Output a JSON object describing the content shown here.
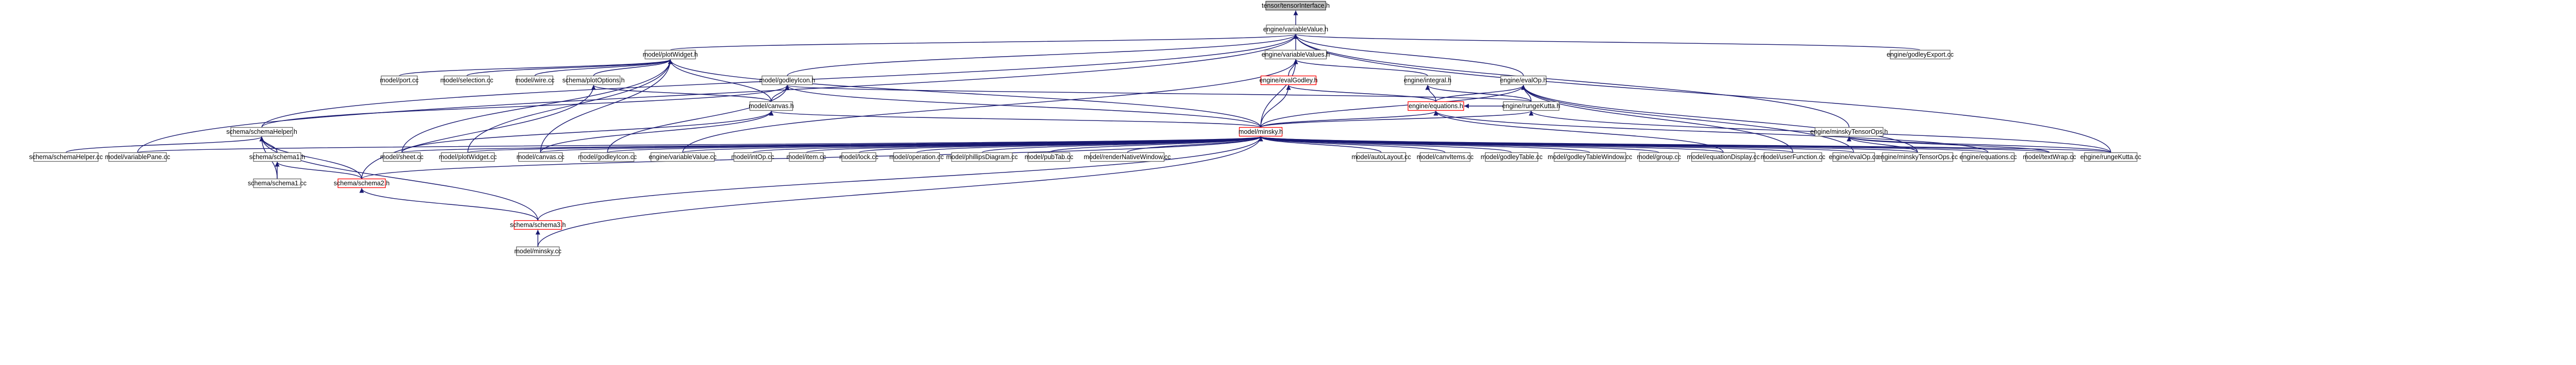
{
  "nodes": [
    {
      "id": "n_tensorinterface",
      "label": "tensor/tensorInterface.h",
      "kind": "root"
    },
    {
      "id": "n_variablevalue_h",
      "label": "engine/variableValue.h",
      "kind": "normal"
    },
    {
      "id": "n_plotwidget_h",
      "label": "model/plotWidget.h",
      "kind": "normal"
    },
    {
      "id": "n_variablevalues_h",
      "label": "engine/variableValues.h",
      "kind": "normal"
    },
    {
      "id": "n_godleyexport_cc",
      "label": "engine/godleyExport.cc",
      "kind": "normal"
    },
    {
      "id": "n_port_cc",
      "label": "model/port.cc",
      "kind": "normal"
    },
    {
      "id": "n_selection_cc",
      "label": "model/selection.cc",
      "kind": "normal"
    },
    {
      "id": "n_wire_cc",
      "label": "model/wire.cc",
      "kind": "normal"
    },
    {
      "id": "n_plotoptions_h",
      "label": "schema/plotOptions.h",
      "kind": "normal"
    },
    {
      "id": "n_godleyicon_h",
      "label": "model/godleyIcon.h",
      "kind": "normal"
    },
    {
      "id": "n_evalgodley_h",
      "label": "engine/evalGodley.h",
      "kind": "red"
    },
    {
      "id": "n_integral_h",
      "label": "engine/integral.h",
      "kind": "normal"
    },
    {
      "id": "n_evalop_h",
      "label": "engine/evalOp.h",
      "kind": "normal"
    },
    {
      "id": "n_canvas_h",
      "label": "model/canvas.h",
      "kind": "normal"
    },
    {
      "id": "n_equations_h",
      "label": "engine/equations.h",
      "kind": "red"
    },
    {
      "id": "n_rungekutta_h",
      "label": "engine/rungeKutta.h",
      "kind": "normal"
    },
    {
      "id": "n_schemahelper_h",
      "label": "schema/schemaHelper.h",
      "kind": "normal"
    },
    {
      "id": "n_minsky_h",
      "label": "model/minsky.h",
      "kind": "red"
    },
    {
      "id": "n_tensorops_h",
      "label": "engine/minskyTensorOps.h",
      "kind": "normal"
    },
    {
      "id": "n_schemahelper_cc",
      "label": "schema/schemaHelper.cc",
      "kind": "normal"
    },
    {
      "id": "n_variablepane_cc",
      "label": "model/variablePane.cc",
      "kind": "normal"
    },
    {
      "id": "n_schema1_h",
      "label": "schema/schema1.h",
      "kind": "normal"
    },
    {
      "id": "n_sheet_cc",
      "label": "model/sheet.cc",
      "kind": "normal"
    },
    {
      "id": "n_plotwidget_cc",
      "label": "model/plotWidget.cc",
      "kind": "normal"
    },
    {
      "id": "n_canvas_cc",
      "label": "model/canvas.cc",
      "kind": "normal"
    },
    {
      "id": "n_godleyicon_cc",
      "label": "model/godleyIcon.cc",
      "kind": "normal"
    },
    {
      "id": "n_variablevalue_cc",
      "label": "engine/variableValue.cc",
      "kind": "normal"
    },
    {
      "id": "n_intop_cc",
      "label": "model/intOp.cc",
      "kind": "normal"
    },
    {
      "id": "n_item_cc",
      "label": "model/item.cc",
      "kind": "normal"
    },
    {
      "id": "n_lock_cc",
      "label": "model/lock.cc",
      "kind": "normal"
    },
    {
      "id": "n_operation_cc",
      "label": "model/operation.cc",
      "kind": "normal"
    },
    {
      "id": "n_phillips_cc",
      "label": "model/phillipsDiagram.cc",
      "kind": "normal"
    },
    {
      "id": "n_pubtab_cc",
      "label": "model/pubTab.cc",
      "kind": "normal"
    },
    {
      "id": "n_rnw_cc",
      "label": "model/renderNativeWindow.cc",
      "kind": "normal"
    },
    {
      "id": "n_autolayout_cc",
      "label": "model/autoLayout.cc",
      "kind": "normal"
    },
    {
      "id": "n_canvitems_cc",
      "label": "model/canvItems.cc",
      "kind": "normal"
    },
    {
      "id": "n_godleytable_cc",
      "label": "model/godleyTable.cc",
      "kind": "normal"
    },
    {
      "id": "n_godleytablewindow_cc",
      "label": "model/godleyTableWindow.cc",
      "kind": "normal"
    },
    {
      "id": "n_group_cc",
      "label": "model/group.cc",
      "kind": "normal"
    },
    {
      "id": "n_equationdisplay_cc",
      "label": "model/equationDisplay.cc",
      "kind": "normal"
    },
    {
      "id": "n_userfunction_cc",
      "label": "model/userFunction.cc",
      "kind": "normal"
    },
    {
      "id": "n_evalop_cc",
      "label": "engine/evalOp.cc",
      "kind": "normal"
    },
    {
      "id": "n_tensorops_cc",
      "label": "engine/minskyTensorOps.cc",
      "kind": "normal"
    },
    {
      "id": "n_equations_cc",
      "label": "engine/equations.cc",
      "kind": "normal"
    },
    {
      "id": "n_textwrap_cc",
      "label": "model/textWrap.cc",
      "kind": "normal"
    },
    {
      "id": "n_rungekutta_cc",
      "label": "engine/rungeKutta.cc",
      "kind": "normal"
    },
    {
      "id": "n_schema1_cc",
      "label": "schema/schema1.cc",
      "kind": "normal"
    },
    {
      "id": "n_schema2_h",
      "label": "schema/schema2.h",
      "kind": "red"
    },
    {
      "id": "n_schema3_h",
      "label": "schema/schema3.h",
      "kind": "red"
    },
    {
      "id": "n_minsky_cc",
      "label": "model/minsky.cc",
      "kind": "normal"
    }
  ],
  "edges": [
    [
      "n_variablevalue_h",
      "n_tensorinterface"
    ],
    [
      "n_plotwidget_h",
      "n_variablevalue_h"
    ],
    [
      "n_variablevalues_h",
      "n_variablevalue_h"
    ],
    [
      "n_godleyexport_cc",
      "n_variablevalue_h"
    ],
    [
      "n_godleyicon_h",
      "n_variablevalue_h"
    ],
    [
      "n_evalop_h",
      "n_variablevalue_h"
    ],
    [
      "n_schemahelper_h",
      "n_variablevalue_h"
    ],
    [
      "n_variablepane_cc",
      "n_variablevalue_h"
    ],
    [
      "n_tensorops_h",
      "n_variablevalue_h"
    ],
    [
      "n_rungekutta_cc",
      "n_variablevalue_h"
    ],
    [
      "n_port_cc",
      "n_plotwidget_h"
    ],
    [
      "n_selection_cc",
      "n_plotwidget_h"
    ],
    [
      "n_wire_cc",
      "n_plotwidget_h"
    ],
    [
      "n_plotoptions_h",
      "n_plotwidget_h"
    ],
    [
      "n_canvas_h",
      "n_plotwidget_h"
    ],
    [
      "n_minsky_h",
      "n_plotwidget_h"
    ],
    [
      "n_sheet_cc",
      "n_plotwidget_h"
    ],
    [
      "n_plotwidget_cc",
      "n_plotwidget_h"
    ],
    [
      "n_canvas_cc",
      "n_plotwidget_h"
    ],
    [
      "n_evalgodley_h",
      "n_variablevalues_h"
    ],
    [
      "n_integral_h",
      "n_variablevalues_h"
    ],
    [
      "n_minsky_h",
      "n_variablevalues_h"
    ],
    [
      "n_variablevalue_cc",
      "n_variablevalues_h"
    ],
    [
      "n_canvas_h",
      "n_plotoptions_h"
    ],
    [
      "n_schema2_h",
      "n_plotoptions_h"
    ],
    [
      "n_canvas_h",
      "n_godleyicon_h"
    ],
    [
      "n_minsky_h",
      "n_godleyicon_h"
    ],
    [
      "n_schemahelper_h",
      "n_godleyicon_h"
    ],
    [
      "n_godleyicon_cc",
      "n_godleyicon_h"
    ],
    [
      "n_rungekutta_h",
      "n_godleyicon_h"
    ],
    [
      "n_equations_h",
      "n_evalgodley_h"
    ],
    [
      "n_minsky_h",
      "n_evalgodley_h"
    ],
    [
      "n_equations_h",
      "n_integral_h"
    ],
    [
      "n_rungekutta_h",
      "n_integral_h"
    ],
    [
      "n_equations_h",
      "n_evalop_h"
    ],
    [
      "n_rungekutta_h",
      "n_evalop_h"
    ],
    [
      "n_minsky_h",
      "n_evalop_h"
    ],
    [
      "n_evalop_cc",
      "n_evalop_h"
    ],
    [
      "n_tensorops_cc",
      "n_evalop_h"
    ],
    [
      "n_userfunction_cc",
      "n_evalop_h"
    ],
    [
      "n_minsky_h",
      "n_canvas_h"
    ],
    [
      "n_canvas_cc",
      "n_canvas_h"
    ],
    [
      "n_sheet_cc",
      "n_canvas_h"
    ],
    [
      "n_rungekutta_h",
      "n_equations_h"
    ],
    [
      "n_minsky_h",
      "n_equations_h"
    ],
    [
      "n_equations_cc",
      "n_equations_h"
    ],
    [
      "n_equationdisplay_cc",
      "n_equations_h"
    ],
    [
      "n_minsky_h",
      "n_rungekutta_h"
    ],
    [
      "n_rungekutta_cc",
      "n_rungekutta_h"
    ],
    [
      "n_schemahelper_cc",
      "n_schemahelper_h"
    ],
    [
      "n_schema1_h",
      "n_schemahelper_h"
    ],
    [
      "n_schema2_h",
      "n_schemahelper_h"
    ],
    [
      "n_schema3_h",
      "n_schemahelper_h"
    ],
    [
      "n_schema1_cc",
      "n_schemahelper_h"
    ],
    [
      "n_tensorops_cc",
      "n_tensorops_h"
    ],
    [
      "n_textwrap_cc",
      "n_tensorops_h"
    ],
    [
      "n_rungekutta_cc",
      "n_tensorops_h"
    ],
    [
      "n_variablepane_cc",
      "n_minsky_h"
    ],
    [
      "n_sheet_cc",
      "n_minsky_h"
    ],
    [
      "n_plotwidget_cc",
      "n_minsky_h"
    ],
    [
      "n_canvas_cc",
      "n_minsky_h"
    ],
    [
      "n_godleyicon_cc",
      "n_minsky_h"
    ],
    [
      "n_variablevalue_cc",
      "n_minsky_h"
    ],
    [
      "n_intop_cc",
      "n_minsky_h"
    ],
    [
      "n_item_cc",
      "n_minsky_h"
    ],
    [
      "n_lock_cc",
      "n_minsky_h"
    ],
    [
      "n_operation_cc",
      "n_minsky_h"
    ],
    [
      "n_phillips_cc",
      "n_minsky_h"
    ],
    [
      "n_pubtab_cc",
      "n_minsky_h"
    ],
    [
      "n_rnw_cc",
      "n_minsky_h"
    ],
    [
      "n_autolayout_cc",
      "n_minsky_h"
    ],
    [
      "n_canvitems_cc",
      "n_minsky_h"
    ],
    [
      "n_godleytable_cc",
      "n_minsky_h"
    ],
    [
      "n_godleytablewindow_cc",
      "n_minsky_h"
    ],
    [
      "n_group_cc",
      "n_minsky_h"
    ],
    [
      "n_equationdisplay_cc",
      "n_minsky_h"
    ],
    [
      "n_userfunction_cc",
      "n_minsky_h"
    ],
    [
      "n_evalop_cc",
      "n_minsky_h"
    ],
    [
      "n_tensorops_cc",
      "n_minsky_h"
    ],
    [
      "n_equations_cc",
      "n_minsky_h"
    ],
    [
      "n_textwrap_cc",
      "n_minsky_h"
    ],
    [
      "n_rungekutta_cc",
      "n_minsky_h"
    ],
    [
      "n_schema2_h",
      "n_minsky_h"
    ],
    [
      "n_schema3_h",
      "n_minsky_h"
    ],
    [
      "n_minsky_cc",
      "n_minsky_h"
    ],
    [
      "n_schema1_cc",
      "n_schema1_h"
    ],
    [
      "n_schema2_h",
      "n_schema1_h"
    ],
    [
      "n_schema3_h",
      "n_schema2_h"
    ],
    [
      "n_minsky_cc",
      "n_schema3_h"
    ]
  ]
}
